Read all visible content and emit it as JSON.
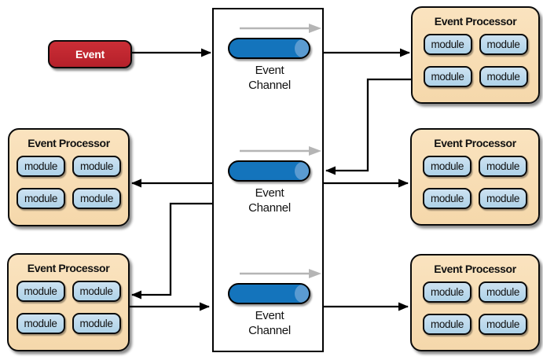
{
  "colors": {
    "event_fill": "#c1272d",
    "processor_fill": "#f8ddb5",
    "module_fill": "#b8d7ea",
    "channel_cylinder": "#1474bc",
    "channel_cylinder_highlight": "#5b9bd1",
    "connector": "#000000",
    "flow_arrow_gray": "#b5b5b5"
  },
  "event": {
    "label": "Event"
  },
  "channels": [
    {
      "label": "Event\nChannel"
    },
    {
      "label": "Event\nChannel"
    },
    {
      "label": "Event\nChannel"
    }
  ],
  "processors": [
    {
      "id": "top-right",
      "title": "Event Processor",
      "modules": [
        "module",
        "module",
        "module",
        "module"
      ]
    },
    {
      "id": "middle-left",
      "title": "Event Processor",
      "modules": [
        "module",
        "module",
        "module",
        "module"
      ]
    },
    {
      "id": "middle-right",
      "title": "Event Processor",
      "modules": [
        "module",
        "module",
        "module",
        "module"
      ]
    },
    {
      "id": "bottom-left",
      "title": "Event Processor",
      "modules": [
        "module",
        "module",
        "module",
        "module"
      ]
    },
    {
      "id": "bottom-right",
      "title": "Event Processor",
      "modules": [
        "module",
        "module",
        "module",
        "module"
      ]
    }
  ]
}
